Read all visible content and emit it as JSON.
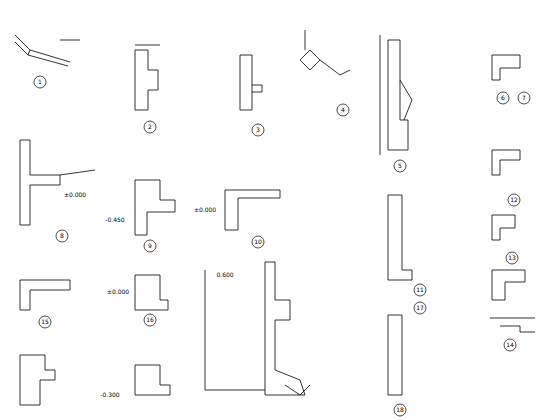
{
  "diagram": {
    "labels": [
      "1",
      "2",
      "3",
      "4",
      "5",
      "6",
      "7",
      "8",
      "9",
      "10",
      "11",
      "12",
      "13",
      "14",
      "15",
      "16",
      "17",
      "18",
      "±0.000",
      "-0.450",
      "±0.000",
      "-0.300",
      "0.600",
      "±0.000"
    ]
  }
}
